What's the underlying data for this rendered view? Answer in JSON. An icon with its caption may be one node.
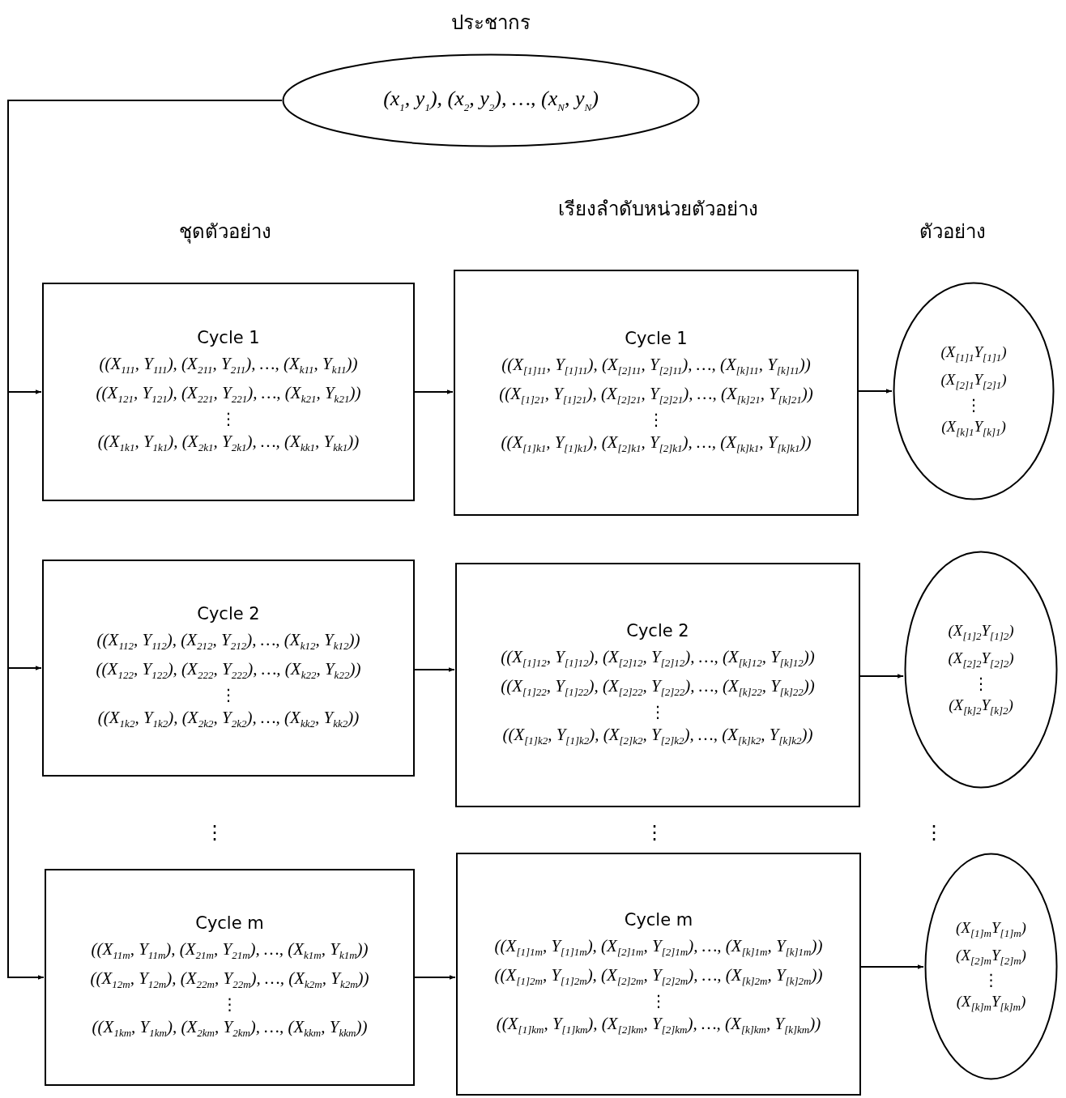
{
  "diagram": {
    "nodes": [
      {
        "text": [
          "ประชากร",
          "(x$_{1}$, y$_{1}$), (x$_{2}$, y$_{2}$), …, (x$_{N}$, y$_{N}$)"
        ]
      },
      {
        "text": [
          "Cycle 1",
          "((X$_{111}$, Y$_{111}$), (X$_{211}$, Y$_{211}$), …, (X$_{k11}$, Y$_{k11}$))",
          "((X$_{121}$, Y$_{121}$), (X$_{221}$, Y$_{221}$), …, (X$_{k21}$, Y$_{k21}$))",
          "⋮",
          "((X$_{1k1}$, Y$_{1k1}$), (X$_{2k1}$, Y$_{2k1}$), …, (X$_{kk1}$, Y$_{kk1}$))"
        ]
      },
      {
        "text": [
          "Cycle 1",
          "((X$_{[1]11}$, Y$_{[1]11}$), (X$_{[2]11}$, Y$_{[2]11}$), …, (X$_{[k]11}$, Y$_{[k]11}$))",
          "((X$_{[1]21}$, Y$_{[1]21}$), (X$_{[2]21}$, Y$_{[2]21}$), …, (X$_{[k]21}$, Y$_{[k]21}$))",
          "⋮",
          "((X$_{[1]k1}$, Y$_{[1]k1}$), (X$_{[2]k1}$, Y$_{[2]k1}$), …, (X$_{[k]k1}$, Y$_{[k]k1}$))"
        ]
      },
      {
        "text": [
          "(X$_{[1]1}$Y$_{[1]1}$)",
          "(X$_{[2]1}$Y$_{[2]1}$)",
          "⋮",
          "(X$_{[k]1}$Y$_{[k]1}$)"
        ]
      },
      {
        "text": [
          "Cycle 2",
          "((X$_{112}$, Y$_{112}$), (X$_{212}$, Y$_{212}$), …, (X$_{k12}$, Y$_{k12}$))",
          "((X$_{122}$, Y$_{122}$), (X$_{222}$, Y$_{222}$), …, (X$_{k22}$, Y$_{k22}$))",
          "⋮",
          "((X$_{1k2}$, Y$_{1k2}$), (X$_{2k2}$, Y$_{2k2}$), …, (X$_{kk2}$, Y$_{kk2}$))"
        ]
      },
      {
        "text": [
          "Cycle 2",
          "((X$_{[1]12}$, Y$_{[1]12}$), (X$_{[2]12}$, Y$_{[2]12}$), …, (X$_{[k]12}$, Y$_{[k]12}$))",
          "((X$_{[1]22}$, Y$_{[1]22}$), (X$_{[2]22}$, Y$_{[2]22}$), …, (X$_{[k]22}$, Y$_{[k]22}$))",
          "⋮",
          "((X$_{[1]k2}$, Y$_{[1]k2}$), (X$_{[2]k2}$, Y$_{[2]k2}$), …, (X$_{[k]k2}$, Y$_{[k]k2}$))"
        ]
      },
      {
        "text": [
          "(X$_{[1]2}$Y$_{[1]2}$)",
          "(X$_{[2]2}$Y$_{[2]2}$)",
          "⋮",
          "(X$_{[k]2}$Y$_{[k]2}$)"
        ]
      },
      {
        "text": [
          "Cycle m",
          "((X$_{11m}$, Y$_{11m}$), (X$_{21m}$, Y$_{21m}$), …, (X$_{k1m}$, Y$_{k1m}$))",
          "((X$_{12m}$, Y$_{12m}$), (X$_{22m}$, Y$_{22m}$), …, (X$_{k2m}$, Y$_{k2m}$))",
          "⋮",
          "((X$_{1km}$, Y$_{1km}$), (X$_{2km}$, Y$_{2km}$), …, (X$_{kkm}$, Y$_{kkm}$))"
        ]
      },
      {
        "text": [
          "Cycle m",
          "((X$_{[1]1m}$, Y$_{[1]1m}$), (X$_{[2]1m}$, Y$_{[2]1m}$), …, (X$_{[k]1m}$, Y$_{[k]1m}$))",
          "((X$_{[1]2m}$, Y$_{[1]2m}$), (X$_{[2]2m}$, Y$_{[2]2m}$), …, (X$_{[k]2m}$, Y$_{[k]2m}$))",
          "⋮",
          "((X$_{[1]km}$, Y$_{[1]km}$), (X$_{[2]km}$, Y$_{[2]km}$), …, (X$_{[k]km}$, Y$_{[k]km}$))"
        ]
      },
      {
        "text": [
          "(X$_{[1]m}$Y$_{[1]m}$)",
          "(X$_{[2]m}$Y$_{[2]m}$)",
          "⋮",
          "(X$_{[k]m}$Y$_{[k]m}$)"
        ]
      }
    ],
    "edges": [
      {
        "from": 0,
        "to": 1,
        "arrow": "to"
      },
      {
        "from": 0,
        "to": 4,
        "arrow": "to"
      },
      {
        "from": 0,
        "to": 7,
        "arrow": "to"
      },
      {
        "from": 1,
        "to": 2,
        "arrow": "to"
      },
      {
        "from": 2,
        "to": 3,
        "arrow": "to"
      },
      {
        "from": 4,
        "to": 5,
        "arrow": "to"
      },
      {
        "from": 5,
        "to": 6,
        "arrow": "to"
      },
      {
        "from": 7,
        "to": 8,
        "arrow": "to"
      },
      {
        "from": 8,
        "to": 9,
        "arrow": "to"
      }
    ],
    "labels": [
      "เรียงลำดับหน่วยตัวอย่าง",
      "ชุดตัวอย่าง",
      "ตัวอย่าง",
      "⋮",
      "⋮",
      "⋮"
    ]
  }
}
